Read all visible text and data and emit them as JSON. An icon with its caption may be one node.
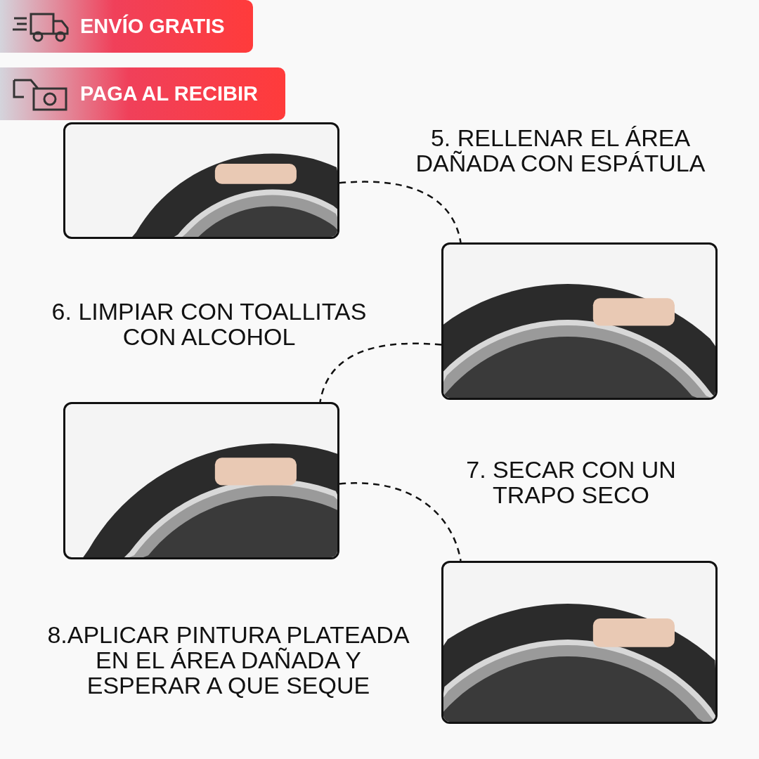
{
  "diagram": {
    "nodes": [
      {
        "text": [
          "ENVÍO GRATIS"
        ]
      },
      {
        "text": [
          "PAGA AL RECIBIR"
        ]
      },
      {
        "text": [],
        "shape": "picture"
      },
      {
        "text": [],
        "shape": "picture"
      },
      {
        "text": [],
        "shape": "picture"
      },
      {
        "text": [],
        "shape": "picture"
      }
    ],
    "edges": [
      {
        "from": 2,
        "to": 3,
        "arrow": "none",
        "style": "dashed"
      },
      {
        "from": 3,
        "to": 4,
        "arrow": "none",
        "style": "dashed"
      },
      {
        "from": 4,
        "to": 5,
        "arrow": "none",
        "style": "dashed"
      }
    ],
    "labels": [
      "5. RELLENAR EL ÁREA DAÑADA CON ESPÁTULA",
      "6. LIMPIAR CON TOALLITAS CON ALCOHOL",
      "7. SECAR CON UN TRAPO SECO",
      "8.APLICAR PINTURA PLATEADA EN EL ÁREA DAÑADA Y ESPERAR A QUE SEQUE"
    ]
  }
}
